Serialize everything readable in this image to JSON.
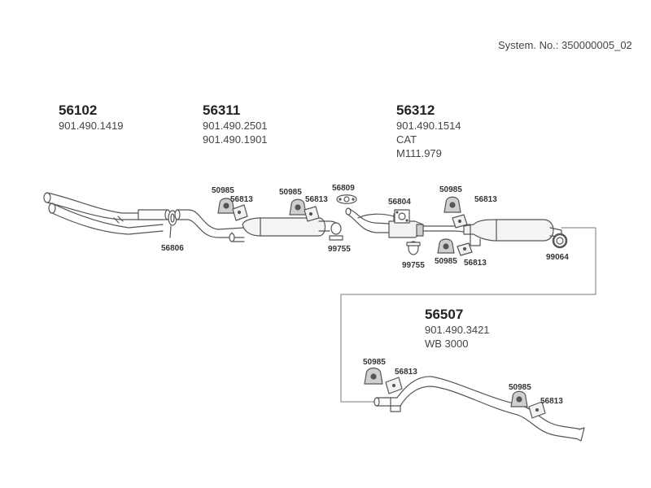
{
  "system_no": "System. No.: 350000005_02",
  "groups": {
    "g56102": {
      "code": "56102",
      "line1": "901.490.1419"
    },
    "g56311": {
      "code": "56311",
      "line1": "901.490.2501",
      "line2": "901.490.1901"
    },
    "g56312": {
      "code": "56312",
      "line1": "901.490.1514",
      "line2": "CAT",
      "line3": "M111.979"
    },
    "g56507": {
      "code": "56507",
      "line1": "901.490.3421",
      "line2": "WB 3000"
    }
  },
  "labels": {
    "p56806": "56806",
    "p50985a": "50985",
    "p56813a": "56813",
    "p50985b": "50985",
    "p56813b": "56813",
    "p56809": "56809",
    "p99755a": "99755",
    "p56804": "56804",
    "p99755b": "99755",
    "p50985c": "50985",
    "p56813c": "56813",
    "p50985d": "50985",
    "p56813d": "56813",
    "p99064": "99064",
    "p50985e": "50985",
    "p56813e": "56813",
    "p50985f": "50985",
    "p56813f": "56813"
  },
  "colors": {
    "line": "#555555",
    "fill_light": "#f2f2f2",
    "fill_mid": "#cfcfcf",
    "fill_dark": "#555555"
  }
}
